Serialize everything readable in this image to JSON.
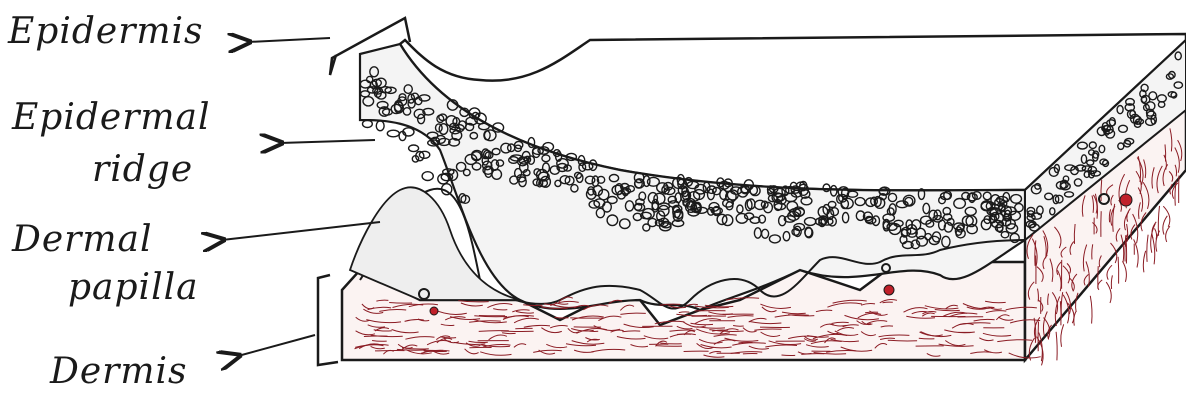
{
  "labels": {
    "epidermis": "Epidermis",
    "epidermal_ridge_line1": "Epidermal",
    "epidermal_ridge_line2": "ridge",
    "dermal_papilla_line1": "Dermal",
    "dermal_papilla_line2": "papilla",
    "dermis": "Dermis"
  },
  "colors": {
    "ink": "#1a1a1a",
    "blood_vessel": "#c0202a",
    "dermis_fibers": "#8b1c24",
    "background": "#ffffff"
  }
}
